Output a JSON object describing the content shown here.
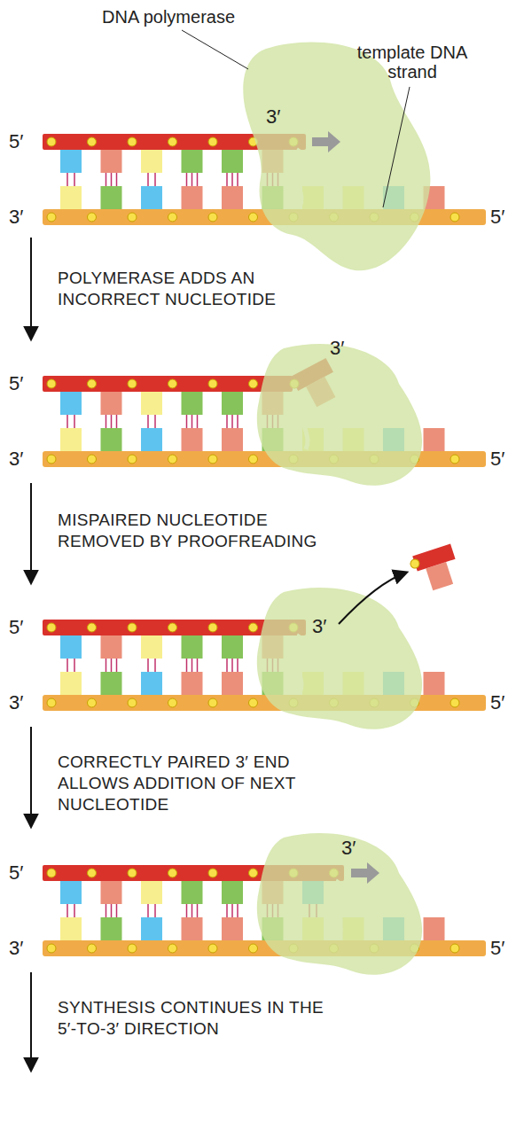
{
  "diagram": {
    "labels": [
      "DNA polymerase",
      "template DNA strand",
      "5′",
      "3′",
      "3′",
      "5′",
      "POLYMERASE ADDS AN INCORRECT NUCLEOTIDE",
      "3′",
      "5′",
      "3′",
      "5′",
      "MISPAIRED NUCLEOTIDE REMOVED BY PROOFREADING",
      "5′",
      "3′",
      "3′",
      "5′",
      "CORRECTLY PAIRED 3′ END ALLOWS ADDITION OF NEXT NUCLEOTIDE",
      "5′",
      "3′",
      "3′",
      "5′",
      "SYNTHESIS CONTINUES IN THE 5′-TO-3′ DIRECTION"
    ]
  }
}
